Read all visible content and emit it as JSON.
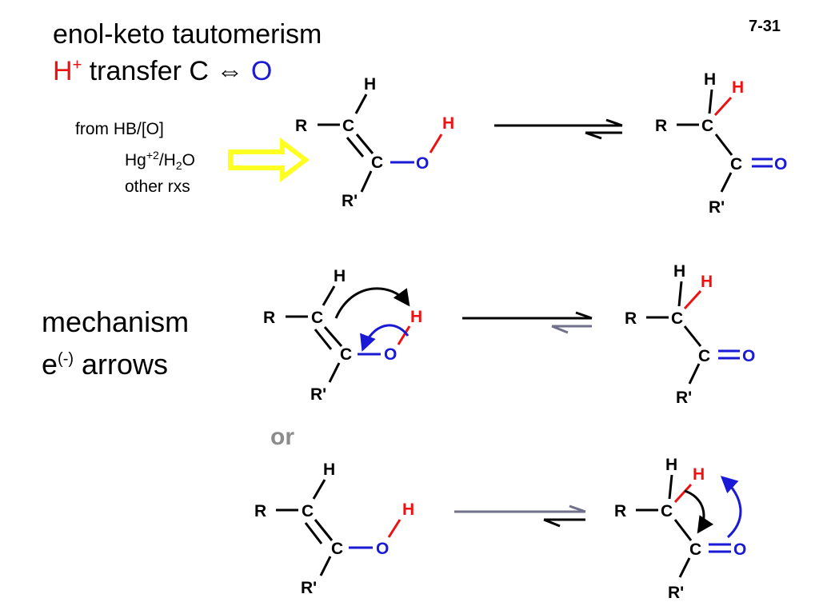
{
  "slide": {
    "title": "enol-keto tautomerism",
    "subtitle": {
      "h": "H",
      "plus": "+",
      "middle": " transfer C ",
      "arrow": "⇔",
      "o": " O"
    },
    "page_number": "7-31",
    "conditions": {
      "line1": "from HB/[O]",
      "line2_hg": "Hg",
      "line2_sup": "+2",
      "line2_h": "/H",
      "line2_sub": "2",
      "line2_o": "O",
      "line3": "other rxs"
    },
    "mechanism": {
      "line1": "mechanism",
      "e": "e",
      "charge": "(-)",
      "line2_rest": " arrows"
    },
    "or_label": "or"
  },
  "atoms": {
    "R": "R",
    "Rprime": "R'",
    "C": "C",
    "O": "O",
    "H": "H"
  },
  "colors": {
    "hydrogen": "#ee1111",
    "oxygen": "#1a1ad6",
    "highlight_arrow": "#ffff22",
    "gray_arrow": "#70708a"
  }
}
